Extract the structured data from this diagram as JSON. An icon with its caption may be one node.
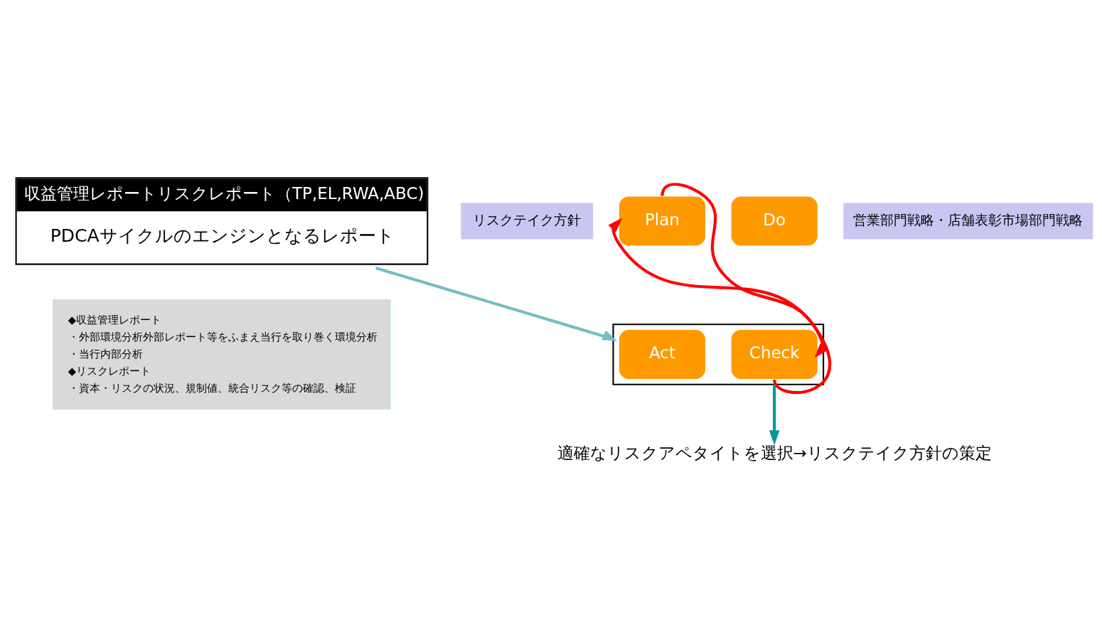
{
  "diagram": {
    "nodes": [
      {
        "text": [
          "収益管理レポートリスクレポート（TP,EL,RWA,ABC)",
          "PDCAサイクルのエンジンとなるレポート"
        ]
      },
      {
        "text": [
          "リスクテイク方針"
        ]
      },
      {
        "text": [
          "営業部門戦略・店舗表彰市場部門戦略"
        ]
      },
      {
        "text": [
          "Plan"
        ]
      },
      {
        "text": [
          "Do"
        ]
      },
      {
        "text": [],
        "shape": "box"
      },
      {
        "text": [
          "Act"
        ],
        "in": 5
      },
      {
        "text": [
          "Check"
        ],
        "in": 5
      },
      {
        "text": [
          "◆収益管理レポート",
          "・外部環境分析外部レポート等をふまえ当行を取り巻く環境分析",
          "・当行内部分析",
          "◆リスクレポート",
          "・資本・リスクの状況、規制値、統合リスク等の確認、検証"
        ]
      },
      {
        "text": [
          "適確なリスクアペタイトを選択→リスクテイク方針の策定"
        ]
      }
    ],
    "edges": [
      {
        "from": 0,
        "to": 5,
        "arrow": "to",
        "color": "#72bfc3"
      },
      {
        "from": 3,
        "to": 7,
        "arrow": "to",
        "color": "#ff0000"
      },
      {
        "from": 7,
        "to": 3,
        "arrow": "to",
        "color": "#ff0000"
      },
      {
        "from": 5,
        "to": 9,
        "arrow": "to",
        "color": "#009999"
      }
    ]
  }
}
